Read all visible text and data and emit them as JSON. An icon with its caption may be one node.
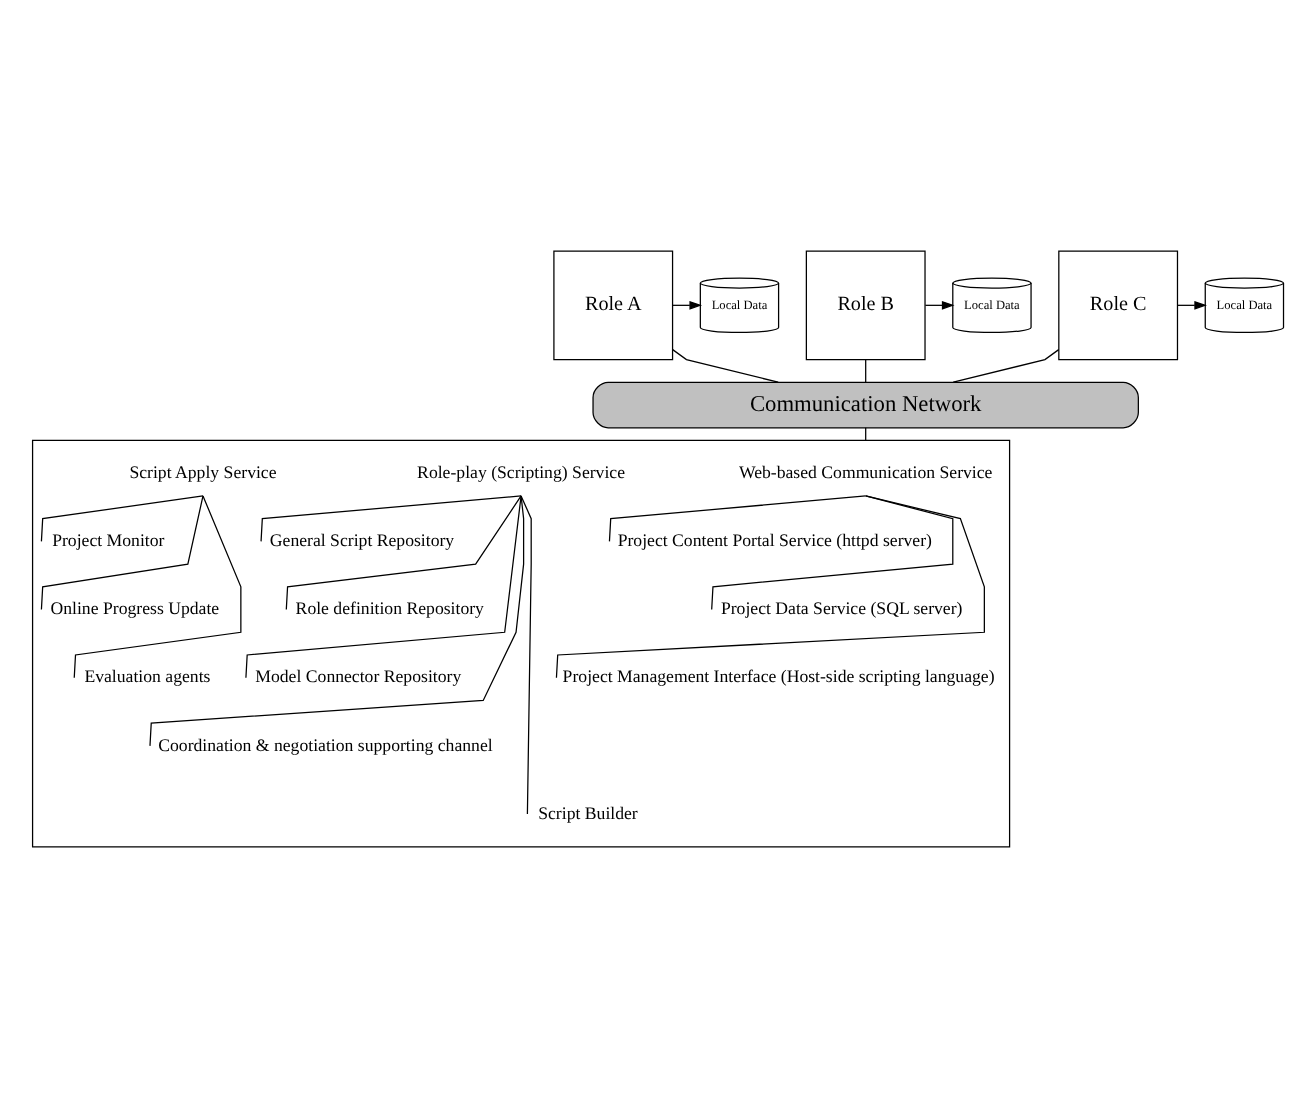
{
  "diagram": {
    "nodes": [
      {
        "text": [
          "Role A"
        ]
      },
      {
        "text": [
          "Local Data"
        ]
      },
      {
        "text": [
          "Role B"
        ]
      },
      {
        "text": [
          "Local Data"
        ]
      },
      {
        "text": [
          "Role C"
        ]
      },
      {
        "text": [
          "Local Data"
        ]
      },
      {
        "text": [
          "Communication Network"
        ]
      },
      {
        "text": [],
        "shape": "box"
      },
      {
        "text": [
          "Web-based Communication Service"
        ],
        "in": 7
      },
      {
        "text": [
          "Project Content Portal Service (httpd server)"
        ],
        "in": 7
      },
      {
        "text": [
          "Project Data Service (SQL server)"
        ],
        "in": 7
      },
      {
        "text": [
          "Project Management Interface (Host-side scripting language)"
        ],
        "in": 7
      },
      {
        "text": [
          "Role-play (Scripting) Service"
        ],
        "in": 7
      },
      {
        "text": [
          "General Script Repository"
        ],
        "in": 7
      },
      {
        "text": [
          "Role definition Repository"
        ],
        "in": 7
      },
      {
        "text": [
          "Model Connector Repository"
        ],
        "in": 7
      },
      {
        "text": [
          "Coordination & negotiation supporting channel"
        ],
        "in": 7
      },
      {
        "text": [
          "Script Builder"
        ],
        "in": 7
      },
      {
        "text": [
          "Script Apply Service"
        ],
        "in": 7
      },
      {
        "text": [
          "Project Monitor"
        ],
        "in": 7
      },
      {
        "text": [
          "Online Progress Update"
        ],
        "in": 7
      },
      {
        "text": [
          "Evaluation agents"
        ],
        "in": 7
      }
    ],
    "edges": [
      {
        "from": 0,
        "to": 1,
        "arrow": "to"
      },
      {
        "from": 2,
        "to": 3,
        "arrow": "to"
      },
      {
        "from": 4,
        "to": 5,
        "arrow": "to"
      },
      {
        "from": 0,
        "to": 6,
        "arrow": "none"
      },
      {
        "from": 2,
        "to": 6,
        "arrow": "none"
      },
      {
        "from": 4,
        "to": 6,
        "arrow": "none"
      },
      {
        "from": 6,
        "to": 7,
        "arrow": "none"
      },
      {
        "from": 8,
        "to": 9,
        "arrow": "none"
      },
      {
        "from": 8,
        "to": 10,
        "arrow": "none"
      },
      {
        "from": 8,
        "to": 11,
        "arrow": "none"
      },
      {
        "from": 12,
        "to": 13,
        "arrow": "none"
      },
      {
        "from": 12,
        "to": 14,
        "arrow": "none"
      },
      {
        "from": 12,
        "to": 15,
        "arrow": "none"
      },
      {
        "from": 12,
        "to": 16,
        "arrow": "none"
      },
      {
        "from": 12,
        "to": 17,
        "arrow": "none"
      },
      {
        "from": 18,
        "to": 19,
        "arrow": "none"
      },
      {
        "from": 18,
        "to": 20,
        "arrow": "none"
      },
      {
        "from": 18,
        "to": 21,
        "arrow": "none"
      }
    ]
  }
}
